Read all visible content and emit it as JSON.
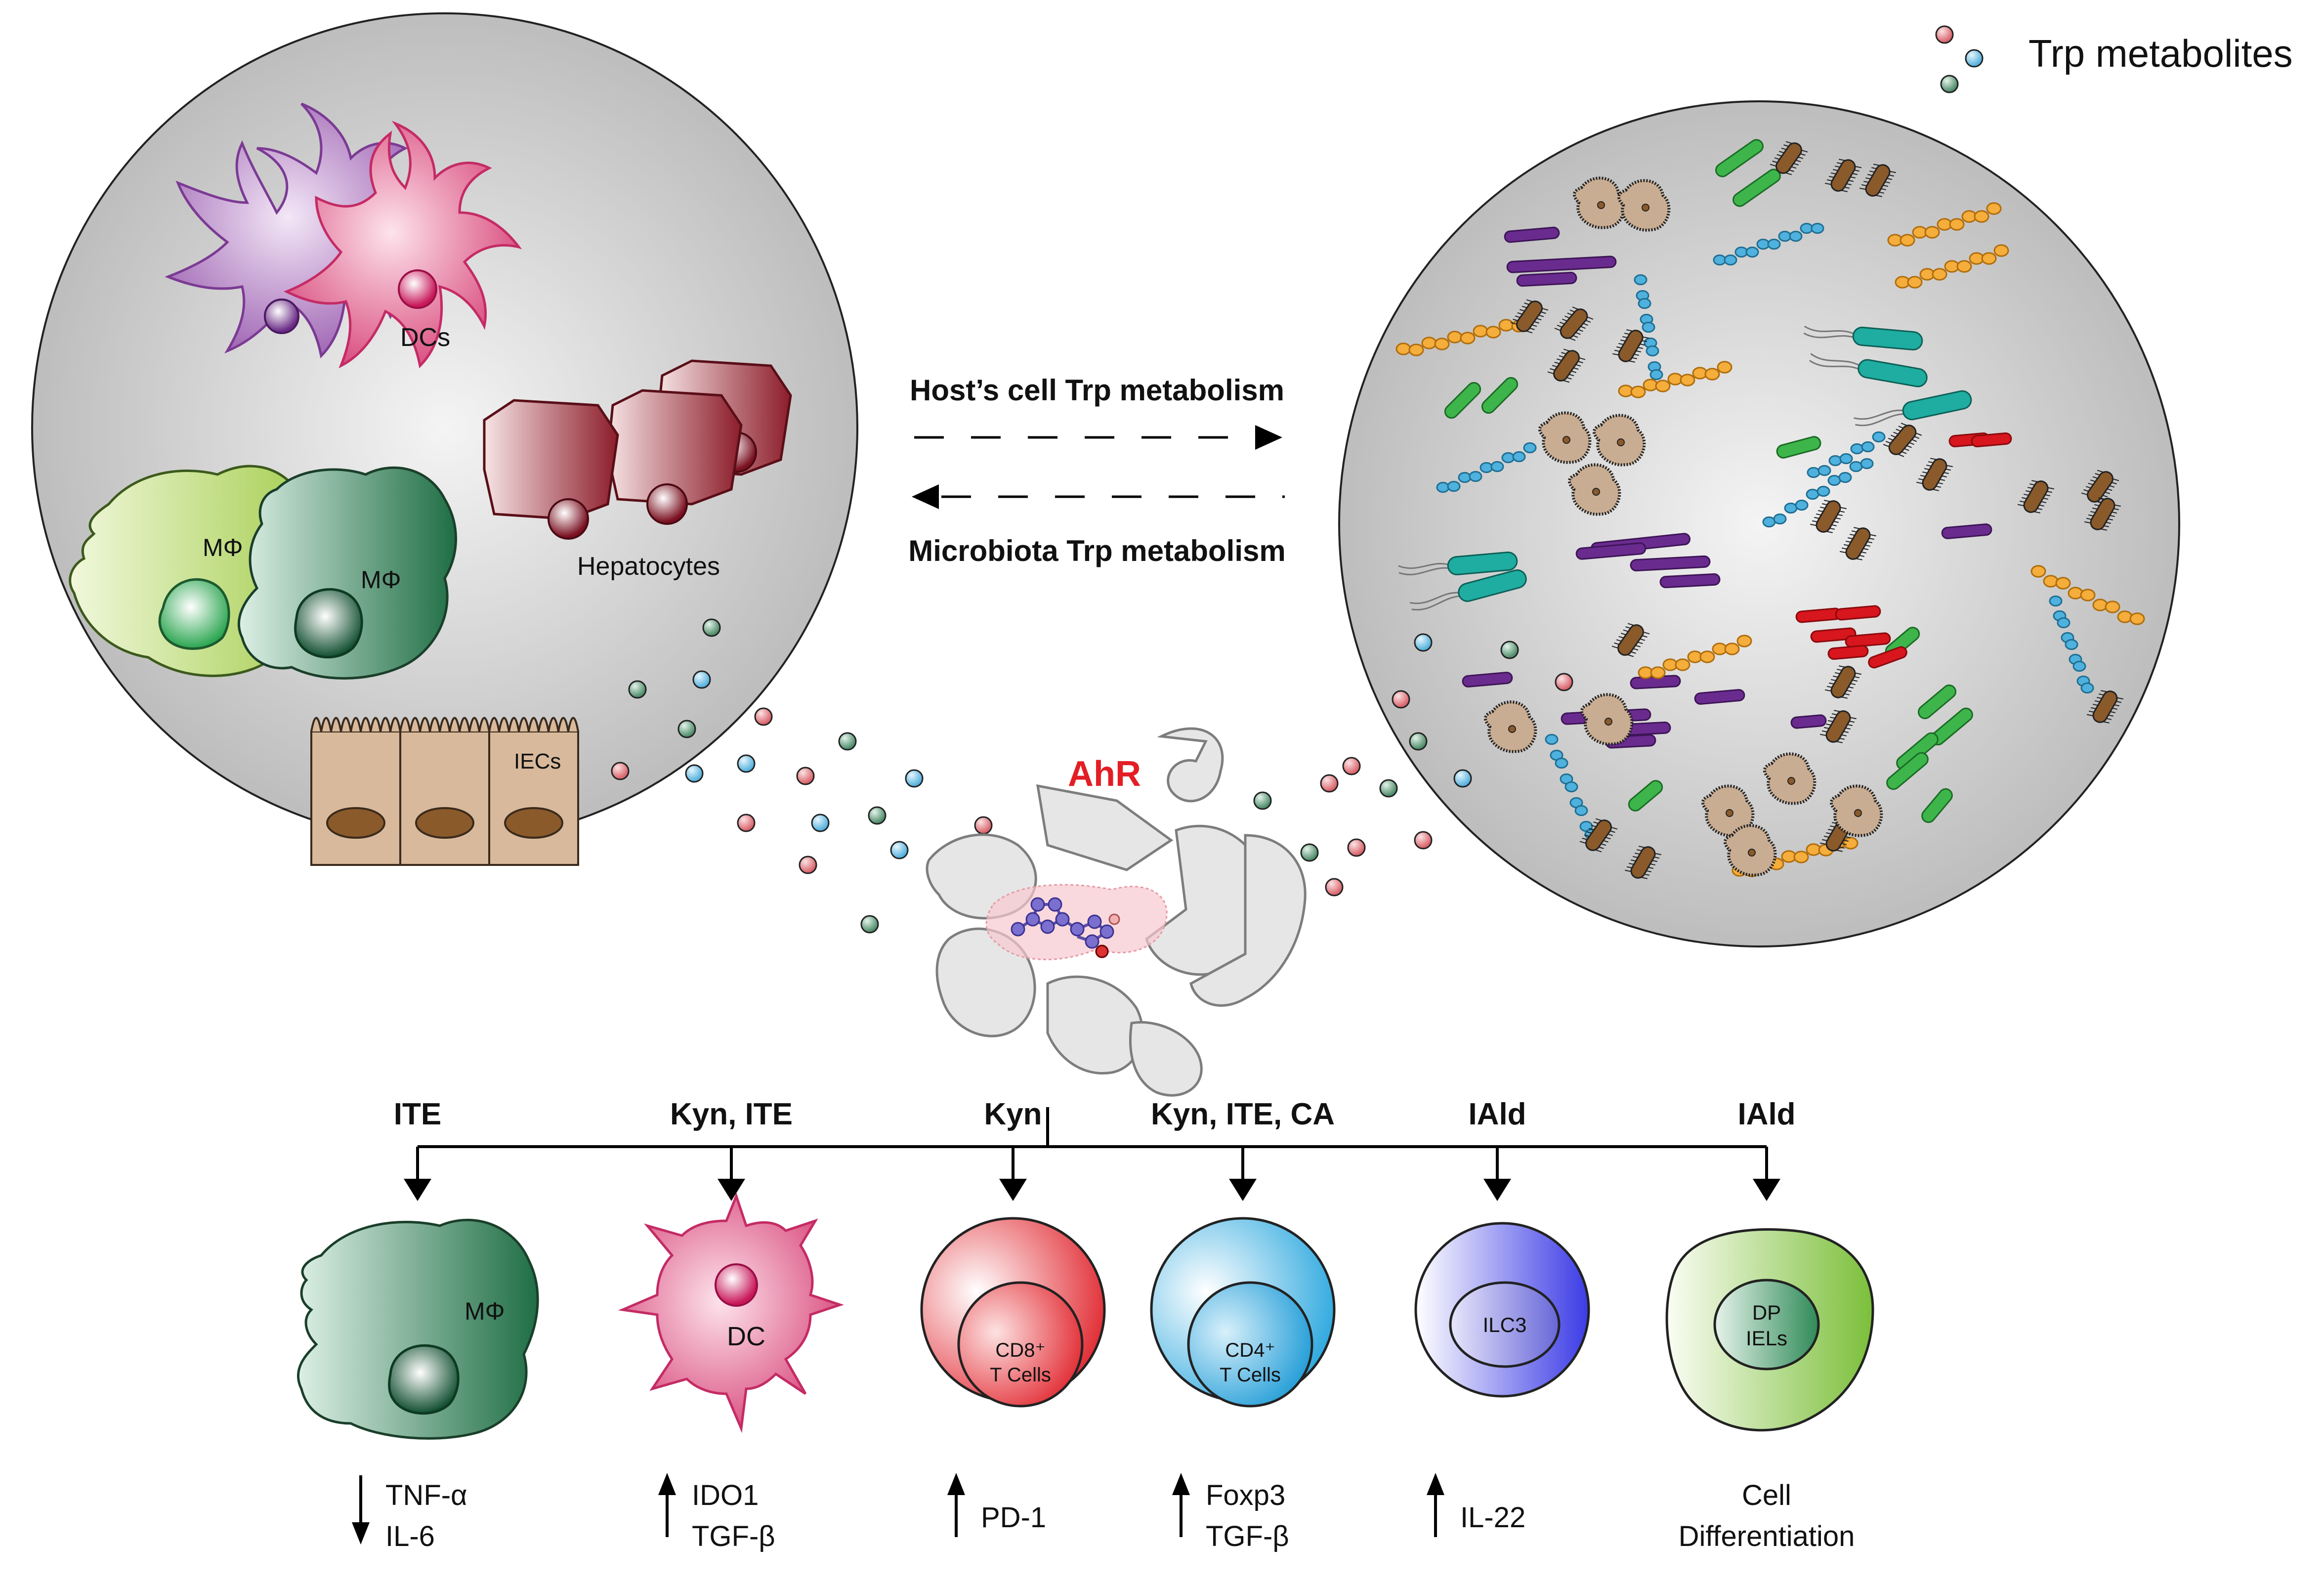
{
  "legend": {
    "label": "Trp metabolites"
  },
  "host_panel": {
    "dc_label": "DCs",
    "mf_label_1": "MΦ",
    "mf_label_2": "MΦ",
    "hepatocytes_label": "Hepatocytes",
    "iecs_label": "IECs"
  },
  "flow": {
    "host_label": "Host’s cell Trp metabolism",
    "microbiota_label": "Microbiota Trp metabolism"
  },
  "receptor": {
    "label": "AhR"
  },
  "branches": [
    {
      "ligand": "ITE",
      "cell_label": "MΦ",
      "cell_label_2": "",
      "effect_line1": "TNF-α",
      "effect_line2": "IL-6",
      "direction": "down"
    },
    {
      "ligand": "Kyn, ITE",
      "cell_label": "DC",
      "cell_label_2": "",
      "effect_line1": "IDO1",
      "effect_line2": "TGF-β",
      "direction": "up"
    },
    {
      "ligand": "Kyn",
      "cell_label": "CD8⁺",
      "cell_label_2": "T Cells",
      "effect_line1": "PD-1",
      "effect_line2": "",
      "direction": "up"
    },
    {
      "ligand": "Kyn, ITE, CA",
      "cell_label": "CD4⁺",
      "cell_label_2": "T Cells",
      "effect_line1": "Foxp3",
      "effect_line2": "TGF-β",
      "direction": "up"
    },
    {
      "ligand": "IAld",
      "cell_label": "ILC3",
      "cell_label_2": "",
      "effect_line1": "IL-22",
      "effect_line2": "",
      "direction": "up"
    },
    {
      "ligand": "IAld",
      "cell_label": "DP",
      "cell_label_2": "IELs",
      "effect_line1": "Cell",
      "effect_line2": "Differentiation",
      "direction": "none"
    }
  ],
  "colors": {
    "metabolite_red": "#e8838a",
    "metabolite_blue": "#7ec8e8",
    "metabolite_green": "#6fa88a",
    "ahr_label": "#e31e24"
  }
}
